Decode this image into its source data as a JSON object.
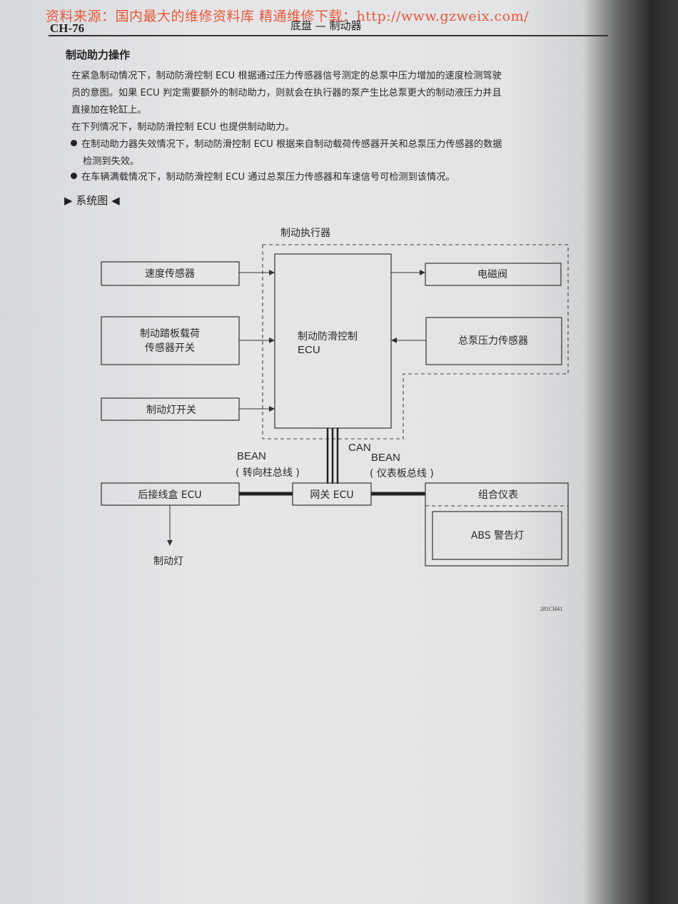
{
  "watermark": "资料来源：国内最大的维修资料库 精通维修下载：http://www.gzweix.com/",
  "header": {
    "code": "CH-76",
    "title": "底盘 — 制动器"
  },
  "section_title": "制动助力操作",
  "paragraphs": [
    "在紧急制动情况下，制动防滑控制 ECU 根据通过压力传感器信号测定的总泵中压力增加的速度检测驾驶",
    "员的意图。如果 ECU 判定需要额外的制动助力，则就会在执行器的泵产生比总泵更大的制动液压力并且",
    "直接加在轮缸上。",
    "在下列情况下，制动防滑控制 ECU 也提供制动助力。"
  ],
  "bullets": [
    {
      "line1": "在制动助力器失效情况下，制动防滑控制 ECU 根据来自制动载荷传感器开关和总泵压力传感器的数据",
      "line2": "检测到失效。"
    },
    {
      "line1": "在车辆满载情况下，制动防滑控制 ECU 通过总泵压力传感器和车速信号可检测到该情况。",
      "line2": ""
    }
  ],
  "system_title": "▶ 系统图 ◀",
  "diagram": {
    "actuator_label": "制动执行器",
    "speed_sensor": "速度传感器",
    "pedal_switch_line1": "制动踏板载荷",
    "pedal_switch_line2": "传感器开关",
    "stop_light_switch": "制动灯开关",
    "ecu_line1": "制动防滑控制",
    "ecu_line2": "ECU",
    "solenoid_valve": "电磁阀",
    "master_cyl_sensor": "总泵压力传感器",
    "can_label": "CAN",
    "bean_left": "BEAN",
    "bean_left_sub": "( 转向柱总线 )",
    "bean_right": "BEAN",
    "bean_right_sub": "( 仪表板总线 )",
    "rear_junction_ecu": "后接线盒 ECU",
    "gateway_ecu": "网关 ECU",
    "combination_meter": "组合仪表",
    "abs_warning_light": "ABS 警告灯",
    "stop_light": "制动灯",
    "figure_code": "281CH41"
  }
}
